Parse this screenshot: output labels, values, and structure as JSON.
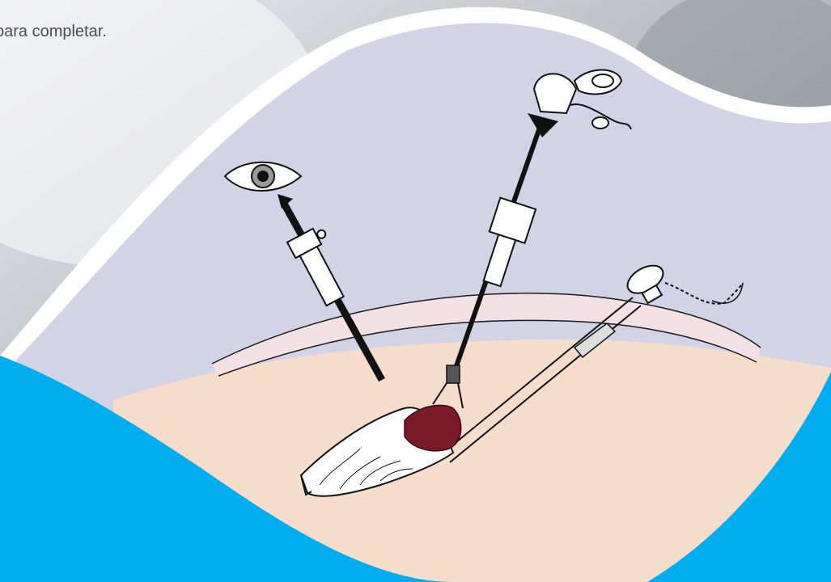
{
  "caption": {
    "text": "para completar."
  },
  "colors": {
    "background_gray": "#c9cbd0",
    "white_wave": "#ffffff",
    "cavity_lavender": "#d3d3e8",
    "abdominal_wall_pink": "#f5e0e6",
    "tissue_peach": "#f5dccb",
    "organ_maroon": "#7a1a28",
    "accent_blue": "#00adef",
    "instrument_black": "#111111"
  },
  "illustration": {
    "subject": "laparoscopic-surgery-schematic",
    "icons": [
      "eye-icon",
      "laparoscope",
      "grasper-forceps",
      "trocar",
      "retrieval-bag",
      "organ",
      "irrigation-cannula",
      "specimen-bag"
    ]
  }
}
